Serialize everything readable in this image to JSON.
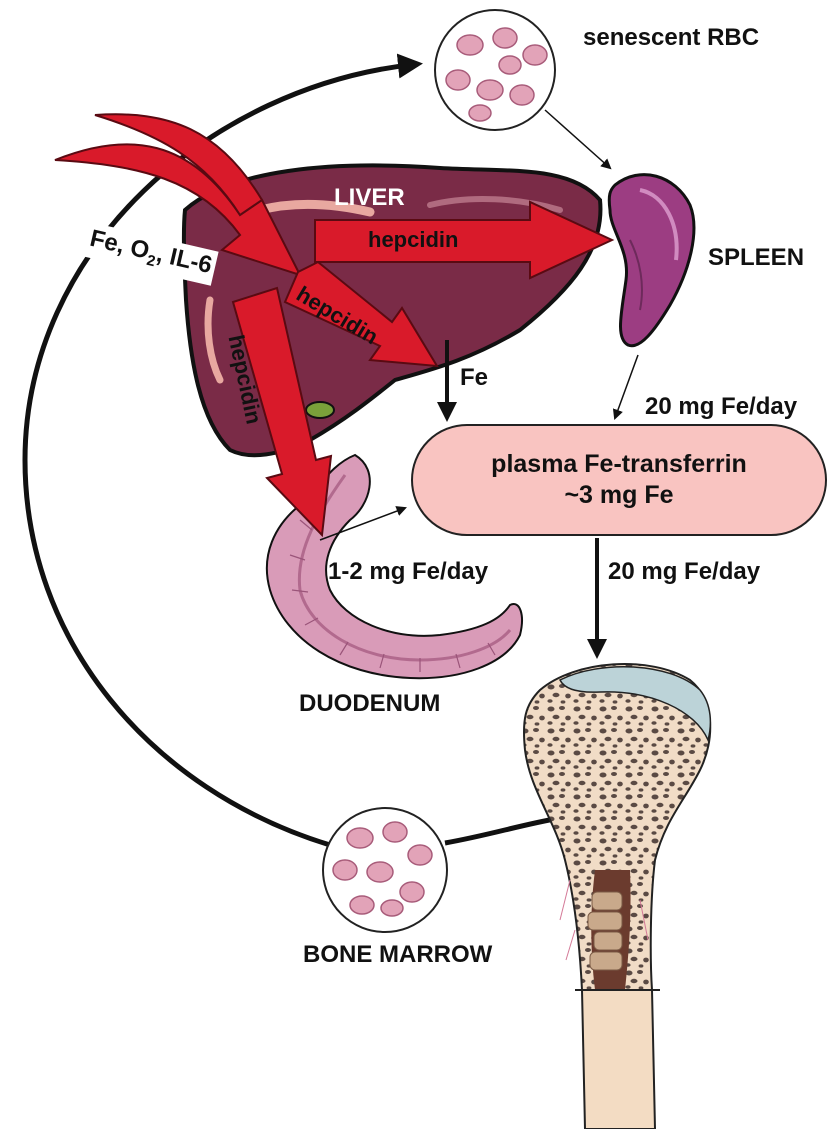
{
  "labels": {
    "senescent_rbc": "senescent RBC",
    "liver": "LIVER",
    "spleen": "SPLEEN",
    "duodenum": "DUODENUM",
    "bone_marrow": "BONE MARROW",
    "fe_from_liver": "Fe",
    "spleen_flux": "20 mg Fe/day",
    "marrow_flux": "20 mg Fe/day",
    "duodenum_flux": "1-2 mg Fe/day"
  },
  "regulators": {
    "fe": "Fe, O",
    "o2_sub": "2",
    "rest": ", IL-6"
  },
  "hepcidin": {
    "to_spleen": "hepcidin",
    "to_liver_store": "hepcidin",
    "to_duodenum": "hepcidin"
  },
  "plasma": {
    "line1": "plasma Fe-transferrin",
    "line2": "~3 mg Fe"
  },
  "colors": {
    "hepcidin_arrow": "#d91a2a",
    "liver": "#7a2b47",
    "spleen": "#9c3d82",
    "plasma_box": "#f9c4c1",
    "rbc": "#e2a3b8",
    "duodenum": "#d99bb8",
    "bone": "#f3dcc3"
  }
}
